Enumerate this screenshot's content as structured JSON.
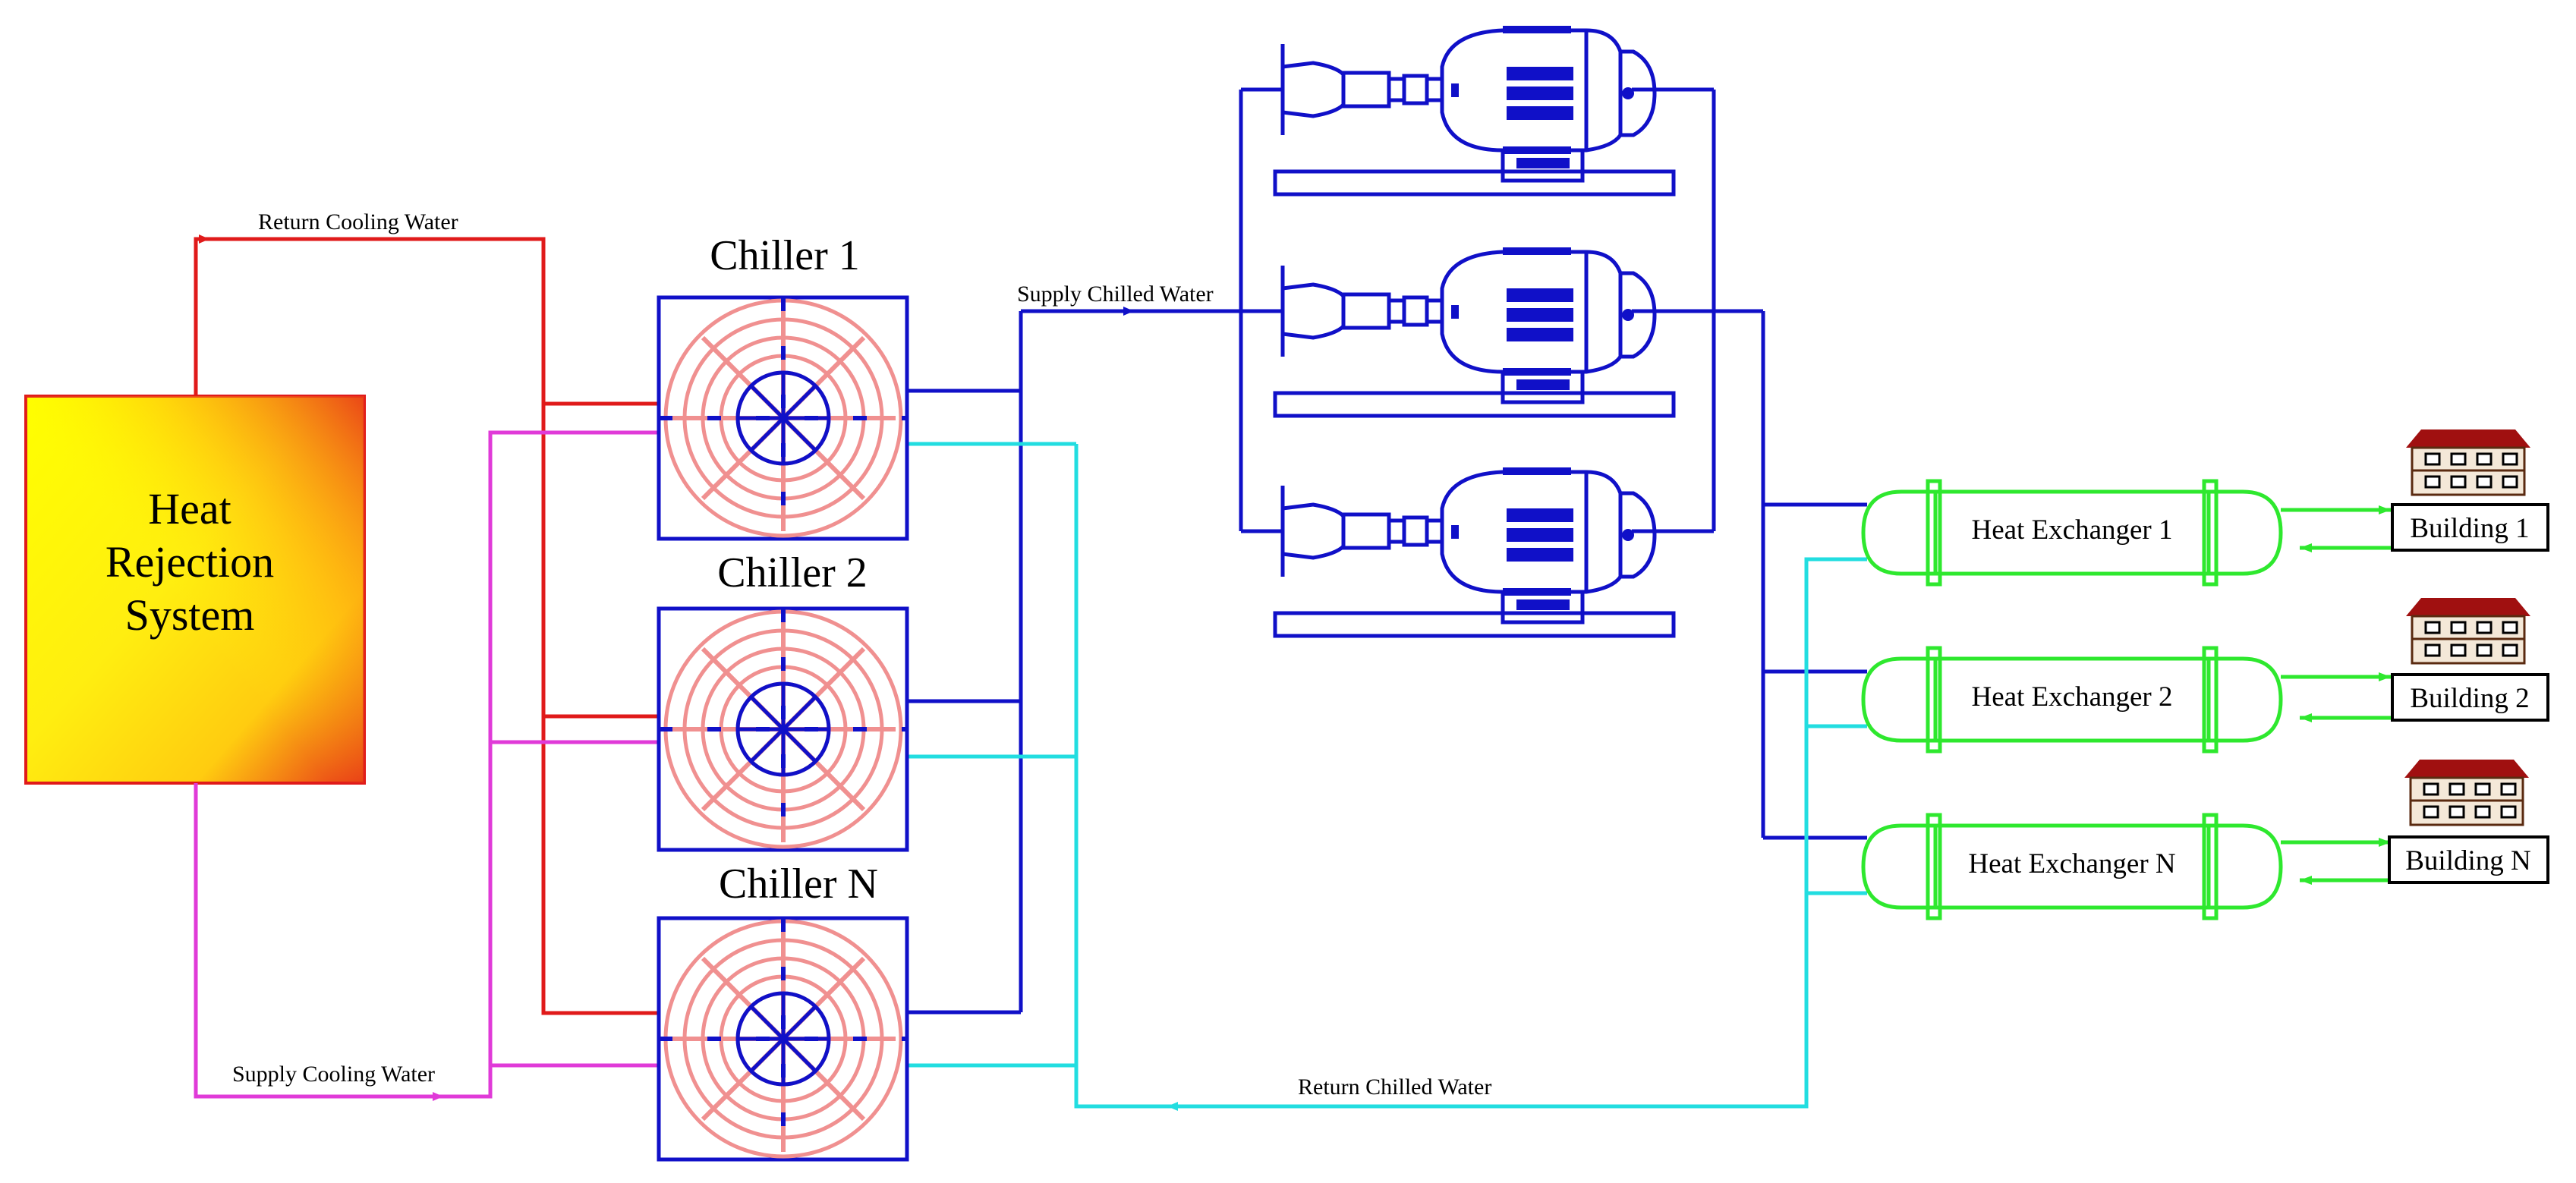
{
  "heat_rejection": {
    "lines": [
      "Heat",
      "Rejection",
      "System"
    ]
  },
  "flows": {
    "return_cooling": "Return Cooling Water",
    "supply_cooling": "Supply Cooling Water",
    "supply_chilled": "Supply Chilled Water",
    "return_chilled": "Return Chilled Water"
  },
  "chillers": [
    {
      "label": "Chiller 1"
    },
    {
      "label": "Chiller 2"
    },
    {
      "label": "Chiller N"
    }
  ],
  "exchangers": [
    {
      "label": "Heat Exchanger 1"
    },
    {
      "label": "Heat Exchanger 2"
    },
    {
      "label": "Heat Exchanger N"
    }
  ],
  "buildings": [
    {
      "label": "Building 1"
    },
    {
      "label": "Building 2"
    },
    {
      "label": "Building N"
    }
  ],
  "colors": {
    "return_cooling": "#e01a1a",
    "supply_cooling": "#e03ad8",
    "supply_chilled": "#1010c8",
    "return_chilled": "#22dde0",
    "exchanger": "#2ee82e",
    "fan_rings": "#f09090",
    "roof": "#a01010"
  }
}
